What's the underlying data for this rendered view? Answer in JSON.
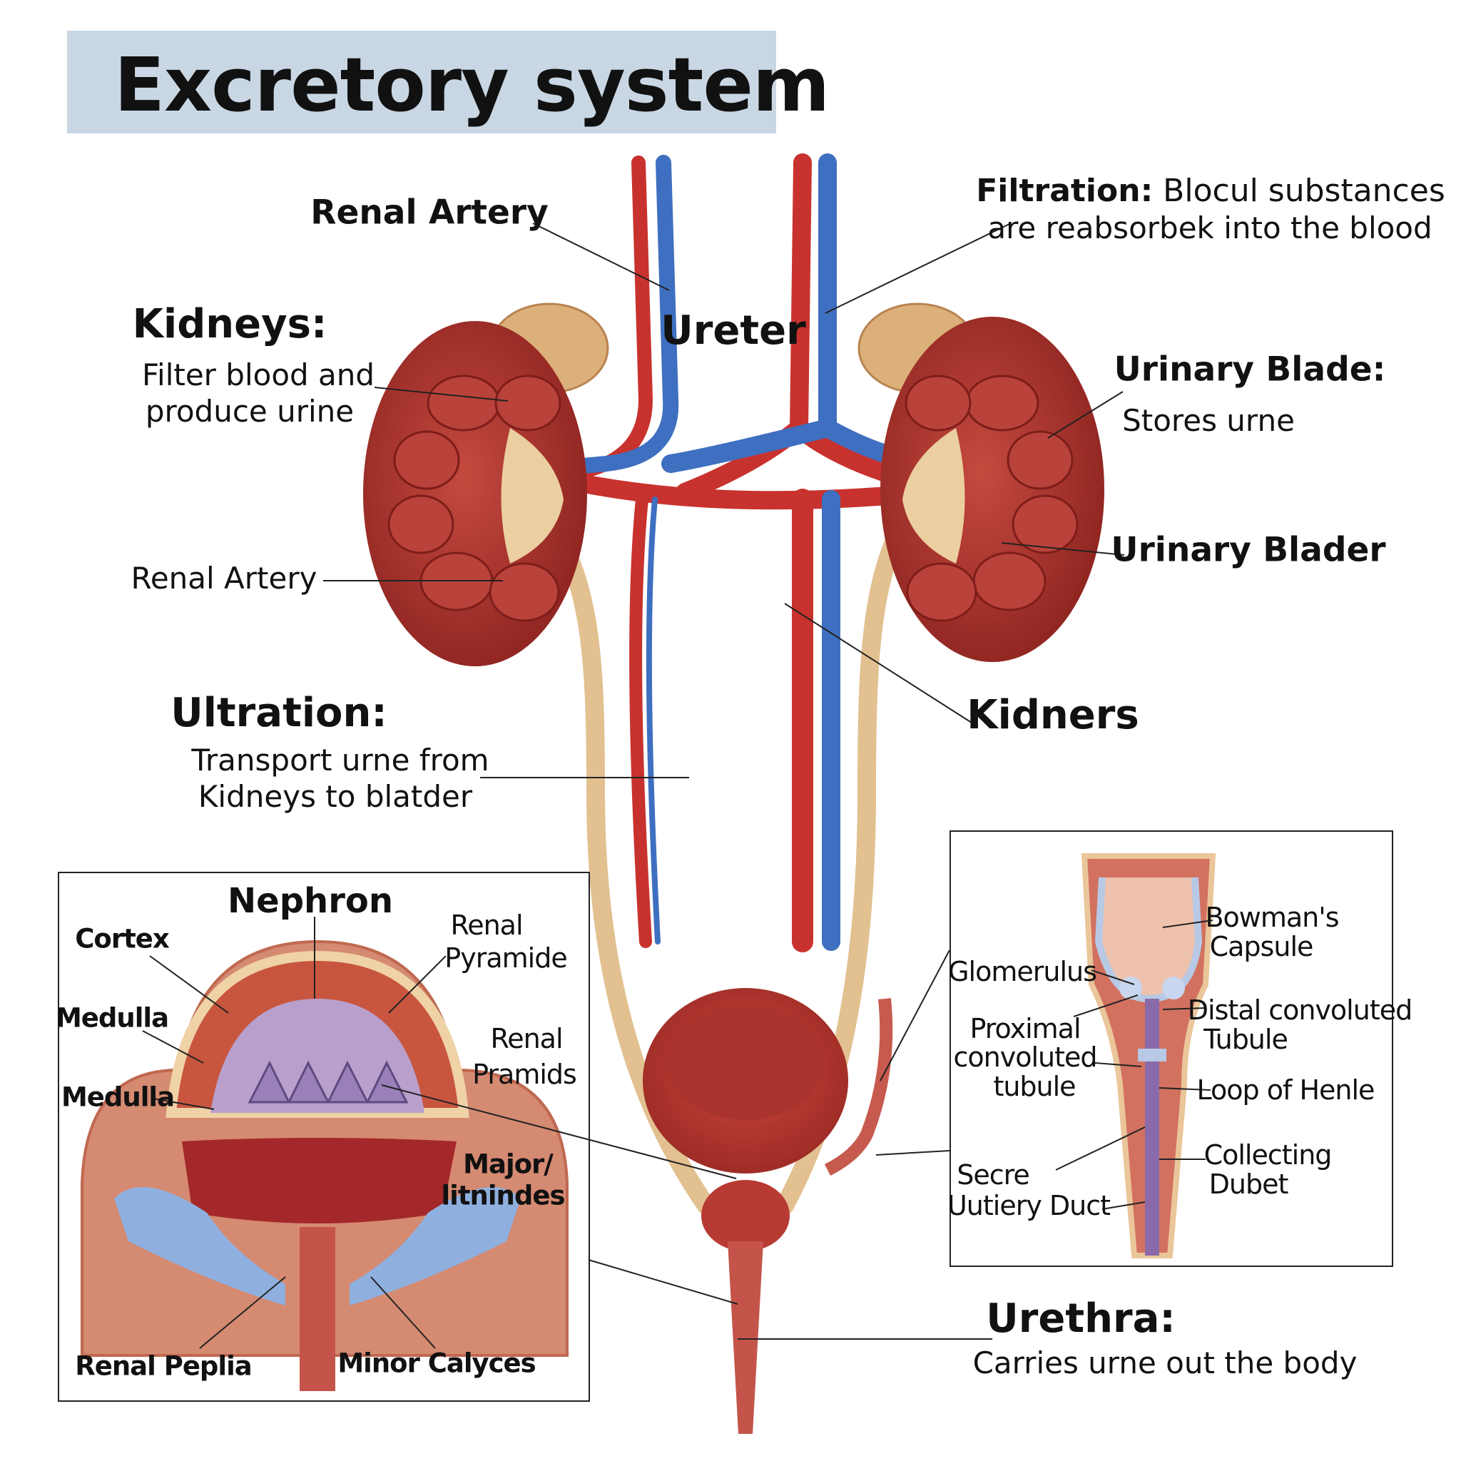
{
  "title": "Excretory system",
  "labels": {
    "renal_artery_top": "Renal Artery",
    "kidneys_heading": "Kidneys:",
    "kidneys_desc_1": "Filter blood and",
    "kidneys_desc_2": "produce urine",
    "ureter": "Ureter",
    "filtration_heading": "Filtration:",
    "filtration_desc_1": "Blocul substances",
    "filtration_desc_2": "are reabsorbek into the blood",
    "urinary_blade_heading": "Urinary Blade:",
    "urinary_blade_desc": "Stores urne",
    "urinary_blader": "Urinary Blader",
    "renal_artery_left": "Renal Artery",
    "ultration_heading": "Ultration:",
    "ultration_desc_1": "Transport urne from",
    "ultration_desc_2": "Kidneys to blatder",
    "kidners": "Kidners",
    "urethra_heading": "Urethra:",
    "urethra_desc": "Carries urne out the body"
  },
  "nephron_inset": {
    "title": "Nephron",
    "cortex": "Cortex",
    "medulla_1": "Medulla",
    "medulla_2": "Medulla",
    "renal_pyramide_1": "Renal",
    "renal_pyramide_2": "Pyramide",
    "renal_pramids_1": "Renal",
    "renal_pramids_2": "Pramids",
    "major_1": "Major/",
    "major_2": "litnindes",
    "renal_peplia": "Renal Peplia",
    "minor_calyces": "Minor Calyces"
  },
  "tubule_inset": {
    "bowmans_1": "Bowman's",
    "bowmans_2": "Capsule",
    "glomerulus": "Glomerulus",
    "distal_1": "Distal convoluted",
    "distal_2": "Tubule",
    "proximal_1": "Proximal",
    "proximal_2": "convoluted",
    "proximal_3": "tubule",
    "loop": "Loop of Henle",
    "collecting_1": "Collecting",
    "collecting_2": "Dubet",
    "secre_1": "Secre",
    "secre_2": "Uutiery Duct"
  },
  "colors": {
    "artery": "#c8322e",
    "vein": "#3f6fc0",
    "kidney": "#a8302c",
    "ureter": "#e6c79a",
    "title_bg": "#c9d7e4"
  }
}
